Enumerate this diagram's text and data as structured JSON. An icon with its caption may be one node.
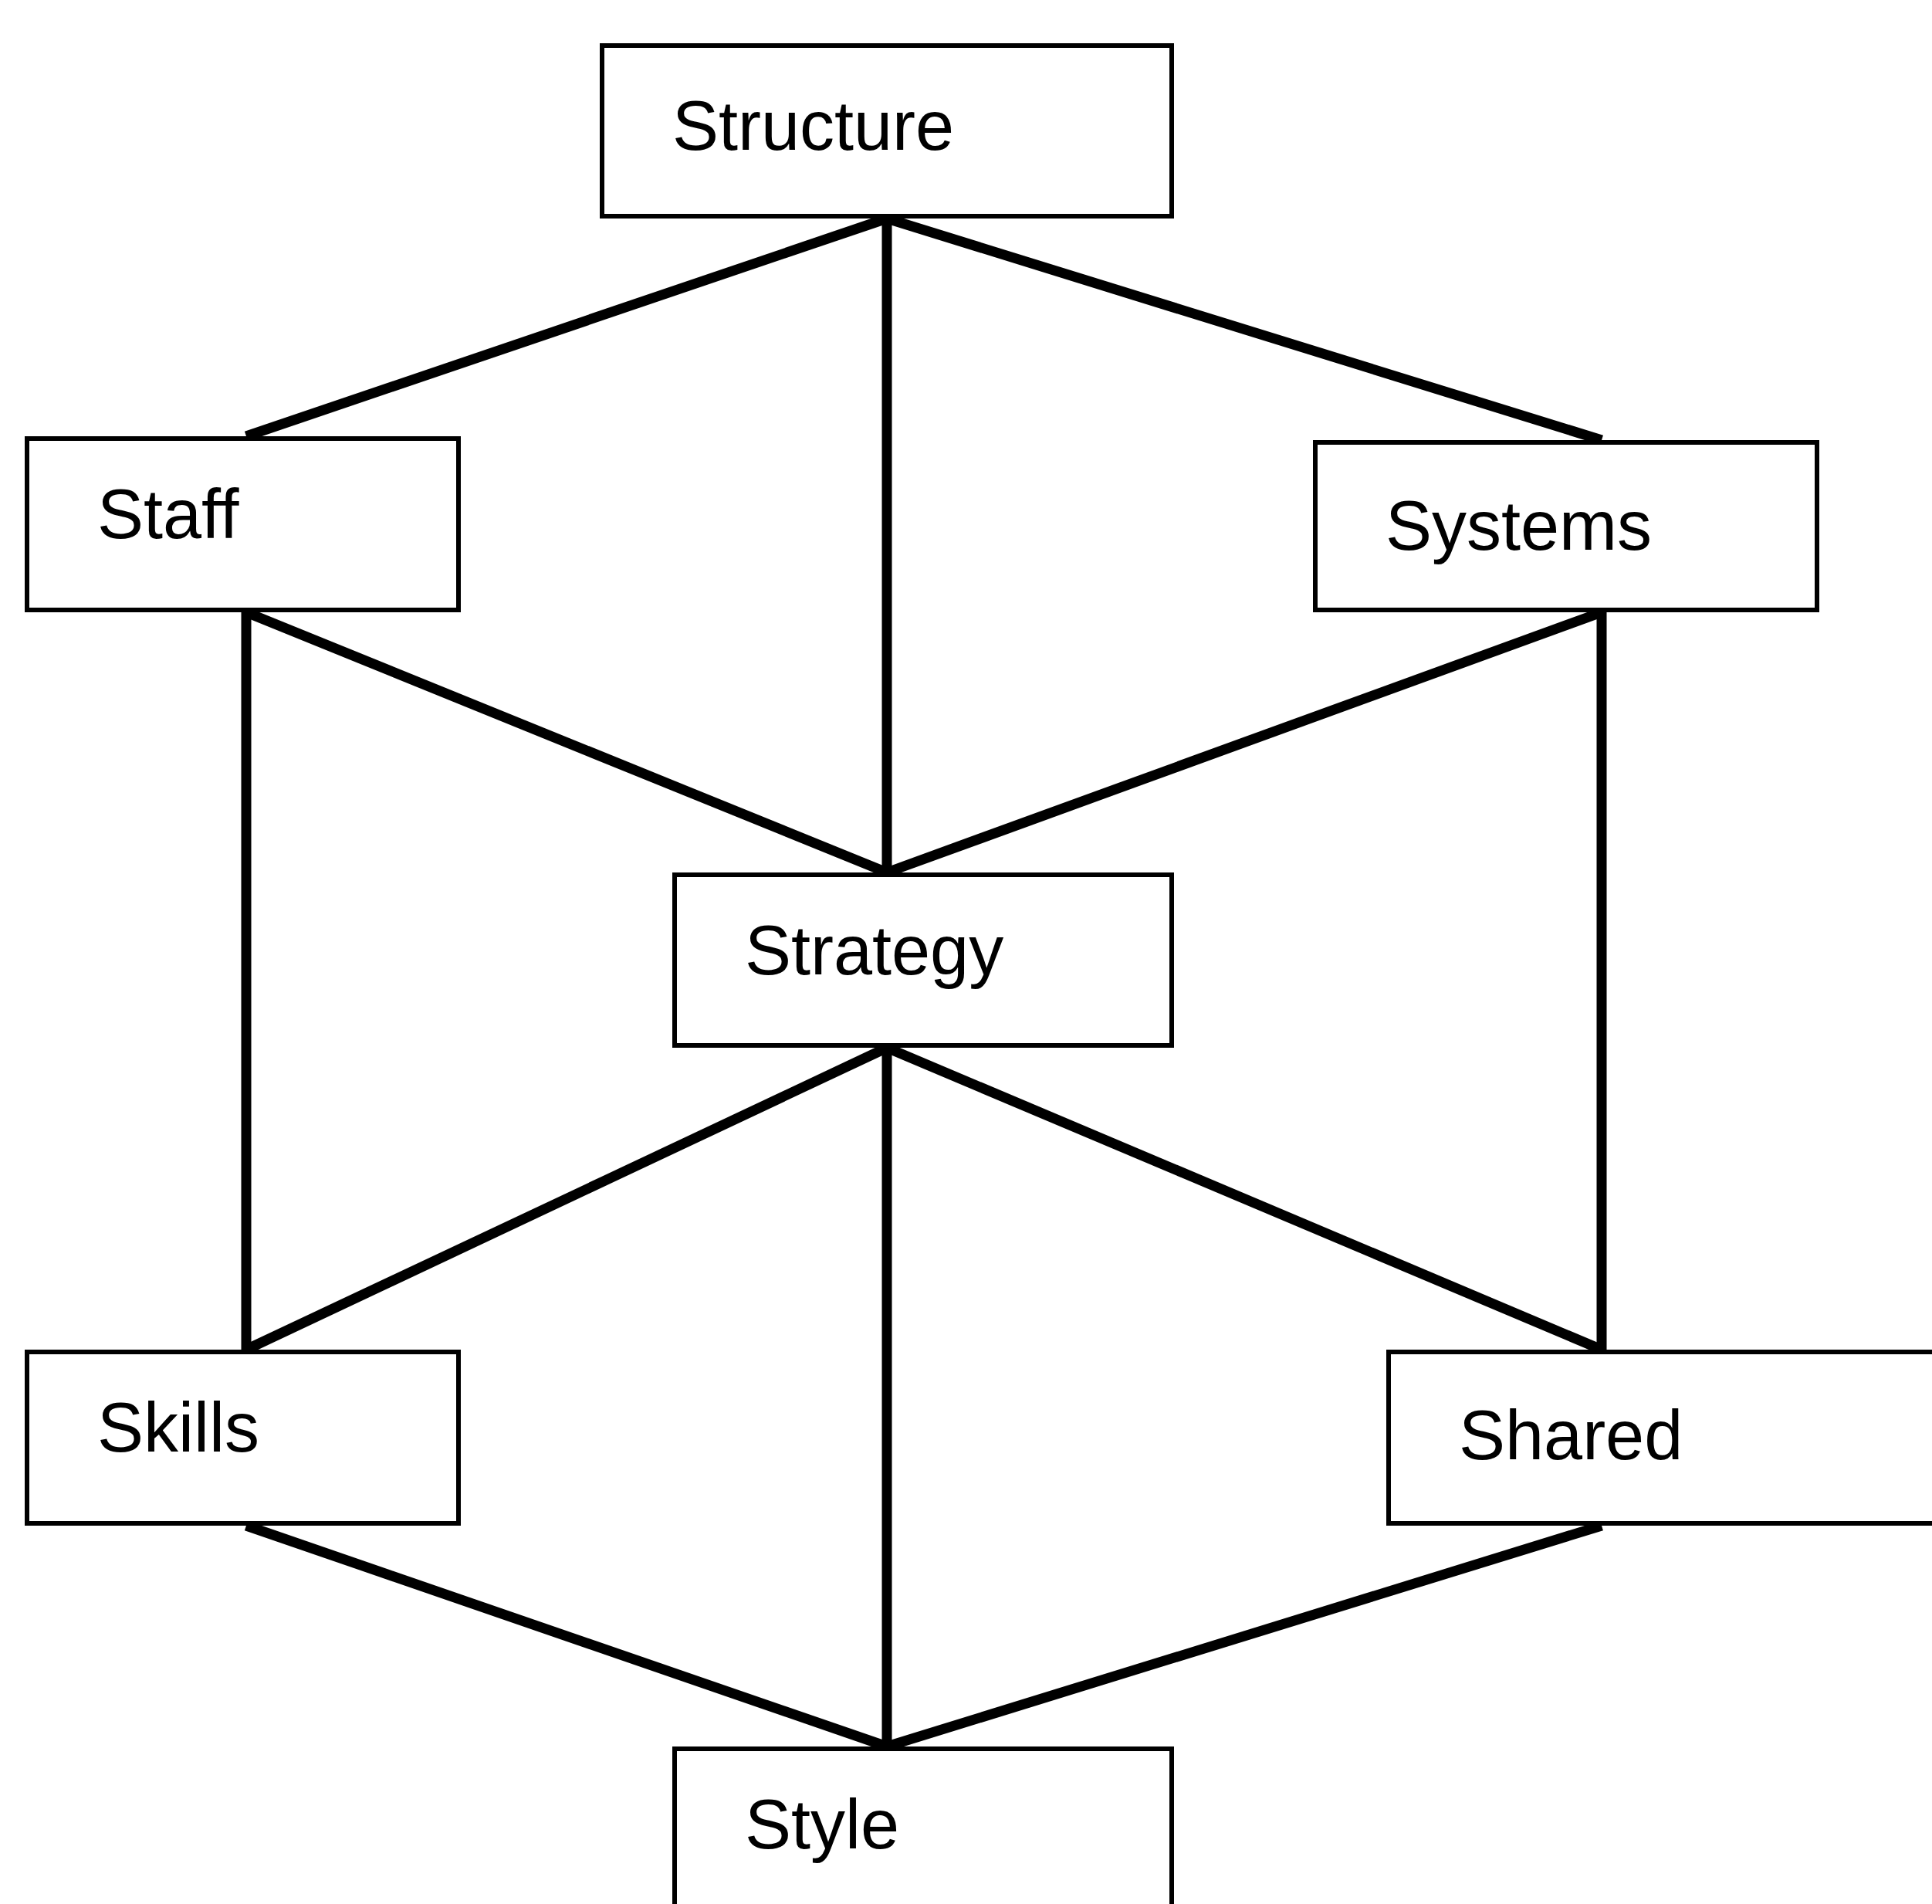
{
  "diagram": {
    "nodes": [
      {
        "text": [
          "Structure"
        ]
      },
      {
        "text": [
          "Staff"
        ]
      },
      {
        "text": [
          "Systems"
        ]
      },
      {
        "text": [
          "Strategy"
        ]
      },
      {
        "text": [
          "Skills"
        ]
      },
      {
        "text": [
          "Shared"
        ]
      },
      {
        "text": [
          "Style"
        ]
      }
    ],
    "edges": [
      {
        "from": 0,
        "to": 1,
        "arrow": "none"
      },
      {
        "from": 0,
        "to": 3,
        "arrow": "none"
      },
      {
        "from": 0,
        "to": 2,
        "arrow": "none"
      },
      {
        "from": 1,
        "to": 4,
        "arrow": "none"
      },
      {
        "from": 1,
        "to": 3,
        "arrow": "none"
      },
      {
        "from": 2,
        "to": 3,
        "arrow": "none"
      },
      {
        "from": 2,
        "to": 5,
        "arrow": "none"
      },
      {
        "from": 3,
        "to": 4,
        "arrow": "none"
      },
      {
        "from": 3,
        "to": 6,
        "arrow": "none"
      },
      {
        "from": 3,
        "to": 5,
        "arrow": "none"
      },
      {
        "from": 4,
        "to": 6,
        "arrow": "none"
      },
      {
        "from": 5,
        "to": 6,
        "arrow": "none"
      }
    ]
  }
}
